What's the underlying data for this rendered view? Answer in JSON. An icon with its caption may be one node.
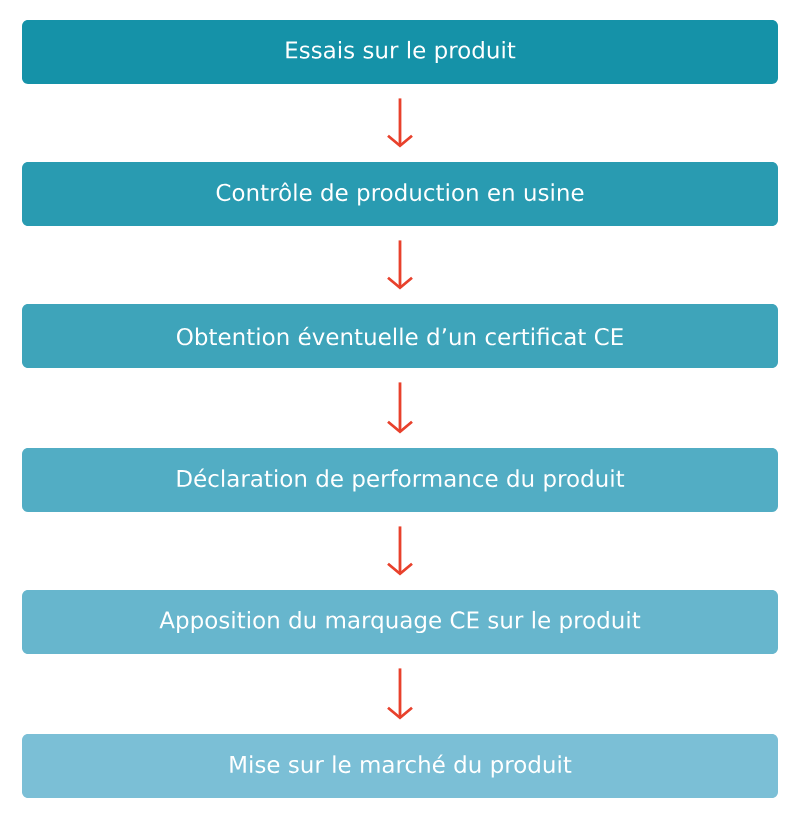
{
  "diagram": {
    "nodes": [
      {
        "text": [
          "Essais sur le produit"
        ]
      },
      {
        "text": [
          "Contrôle de production en usine"
        ]
      },
      {
        "text": [
          "Obtention éventuelle d’un certificat CE"
        ]
      },
      {
        "text": [
          "Déclaration de performance du produit"
        ]
      },
      {
        "text": [
          "Apposition du marquage CE sur le produit"
        ]
      },
      {
        "text": [
          "Mise sur le marché du produit"
        ]
      }
    ],
    "edges": [
      {
        "from": 0,
        "to": 1,
        "arrow": "to"
      },
      {
        "from": 1,
        "to": 2,
        "arrow": "to"
      },
      {
        "from": 2,
        "to": 3,
        "arrow": "to"
      },
      {
        "from": 3,
        "to": 4,
        "arrow": "to"
      },
      {
        "from": 4,
        "to": 5,
        "arrow": "to"
      }
    ]
  }
}
